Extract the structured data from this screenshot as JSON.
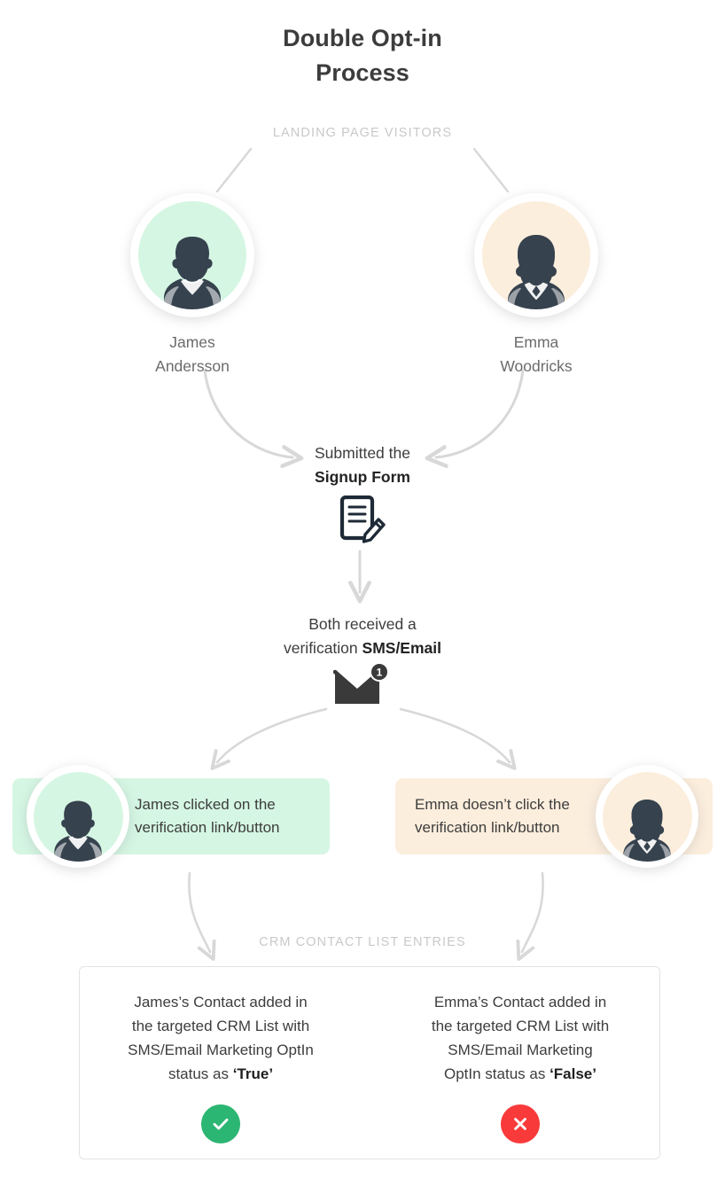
{
  "title": {
    "line1": "Double Opt-in",
    "line2": "Process"
  },
  "captions": {
    "landing": "LANDING PAGE VISITORS",
    "crm": "CRM CONTACT LIST ENTRIES"
  },
  "visitors": [
    {
      "id": "james",
      "first_name": "James",
      "last_name": "Andersson",
      "avatar_icon": "male-avatar-icon",
      "avatar_color": "#d5f6e3"
    },
    {
      "id": "emma",
      "first_name": "Emma",
      "last_name": "Woodricks",
      "avatar_icon": "female-avatar-icon",
      "avatar_color": "#fceedd"
    }
  ],
  "steps": {
    "form": {
      "text_normal": "Submitted the",
      "text_strong": "Signup Form",
      "icon": "signup-form-icon"
    },
    "mail": {
      "text_normal_1": "Both received a",
      "text_normal_2": "verification ",
      "text_strong": "SMS/Email",
      "icon": "envelope-notification-icon",
      "badge_count": "1"
    }
  },
  "outcome_cards": [
    {
      "id": "james",
      "line1": "James clicked on the",
      "line2": "verification link/button",
      "bg_color": "#d5f6e3",
      "avatar_icon": "male-avatar-icon"
    },
    {
      "id": "emma",
      "line1": "Emma doesn’t click the",
      "line2": "verification link/button",
      "bg_color": "#fceedd",
      "avatar_icon": "female-avatar-icon"
    }
  ],
  "crm_entries": [
    {
      "id": "james",
      "line1": "James’s Contact added in",
      "line2": "the targeted CRM List with",
      "line3": "SMS/Email Marketing OptIn",
      "line4_prefix": "status as ",
      "line4_value": "‘True’",
      "status_icon": "check-circle-icon",
      "status_color": "#2cb673"
    },
    {
      "id": "emma",
      "line1": "Emma’s Contact added in",
      "line2": "the targeted CRM List with",
      "line3": "SMS/Email Marketing",
      "line4_prefix": "OptIn status as ",
      "line4_value": "‘False’",
      "status_icon": "cross-circle-icon",
      "status_color": "#f93a3a"
    }
  ],
  "colors": {
    "title": "#3c3c3c",
    "body_text": "#3d3d3d",
    "caption": "#c9c9c9",
    "arrow": "#d8d8d8",
    "figure": "#36424e",
    "envelope": "#3a3a3a"
  }
}
